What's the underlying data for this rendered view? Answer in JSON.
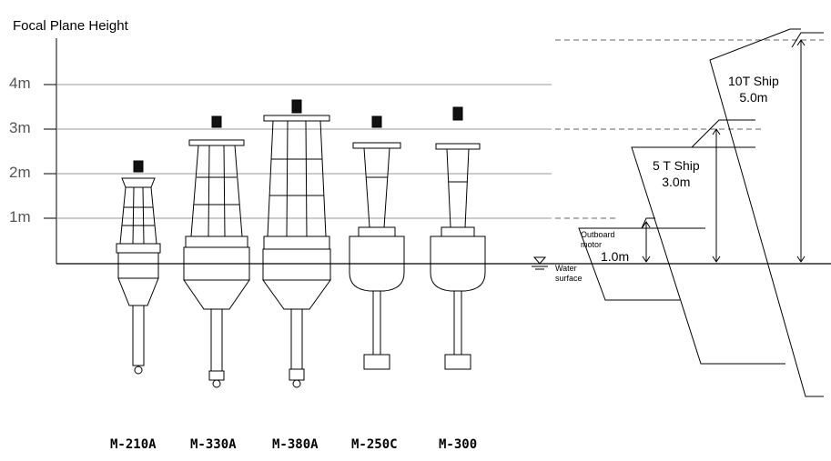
{
  "title": "Focal Plane Height",
  "y_ticks": [
    "4m",
    "3m",
    "2m",
    "1m"
  ],
  "models": [
    "M-210A",
    "M-330A",
    "M-380A",
    "M-250C",
    "M-300"
  ],
  "ships": [
    {
      "line1": "10T Ship",
      "line2": "5.0m"
    },
    {
      "line1": "5 T Ship",
      "line2": "3.0m"
    },
    {
      "line1": "Outboard motor",
      "line2": "1.0m"
    }
  ],
  "water_label": "Water surface"
}
